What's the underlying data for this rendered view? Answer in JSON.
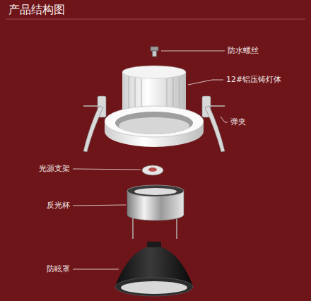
{
  "diagram": {
    "title": "产品结构图",
    "labels": [
      "防水螺丝",
      "12#铝压铸灯体",
      "弹夹",
      "光源支架",
      "反光杯",
      "防眩罩"
    ]
  }
}
